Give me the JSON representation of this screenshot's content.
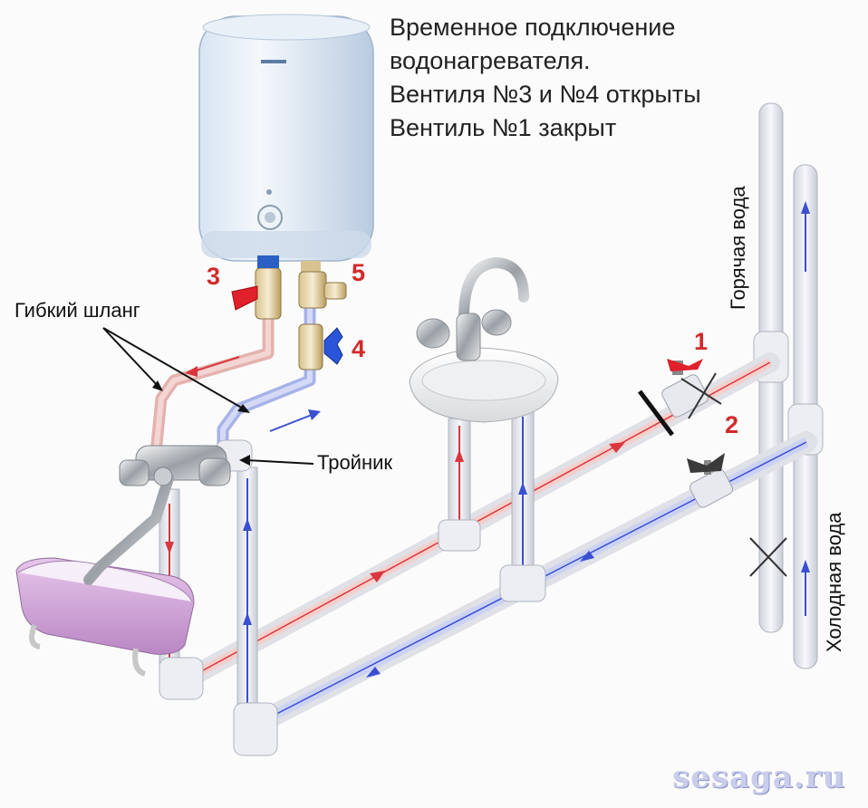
{
  "title": {
    "line1": "Временное подключение",
    "line2": "водонагревателя.",
    "line3": "Вентиля №3 и №4 открыты",
    "line4": "Вентиль №1 закрыт"
  },
  "labels": {
    "flex_hose": "Гибкий шланг",
    "tee": "Тройник",
    "hot_water": "Горячая вода",
    "cold_water": "Холодная вода"
  },
  "valve_numbers": {
    "v1": "1",
    "v2": "2",
    "v3": "3",
    "v4": "4",
    "v5": "5"
  },
  "watermark": "sesaga.ru",
  "colors": {
    "hot": "#d9363e",
    "cold": "#3a4fd1",
    "pipe_hot": "#f2c9c6",
    "pipe_cold": "#c8cff2",
    "valve_red": "#e0202a",
    "valve_blue": "#2a55d8"
  }
}
